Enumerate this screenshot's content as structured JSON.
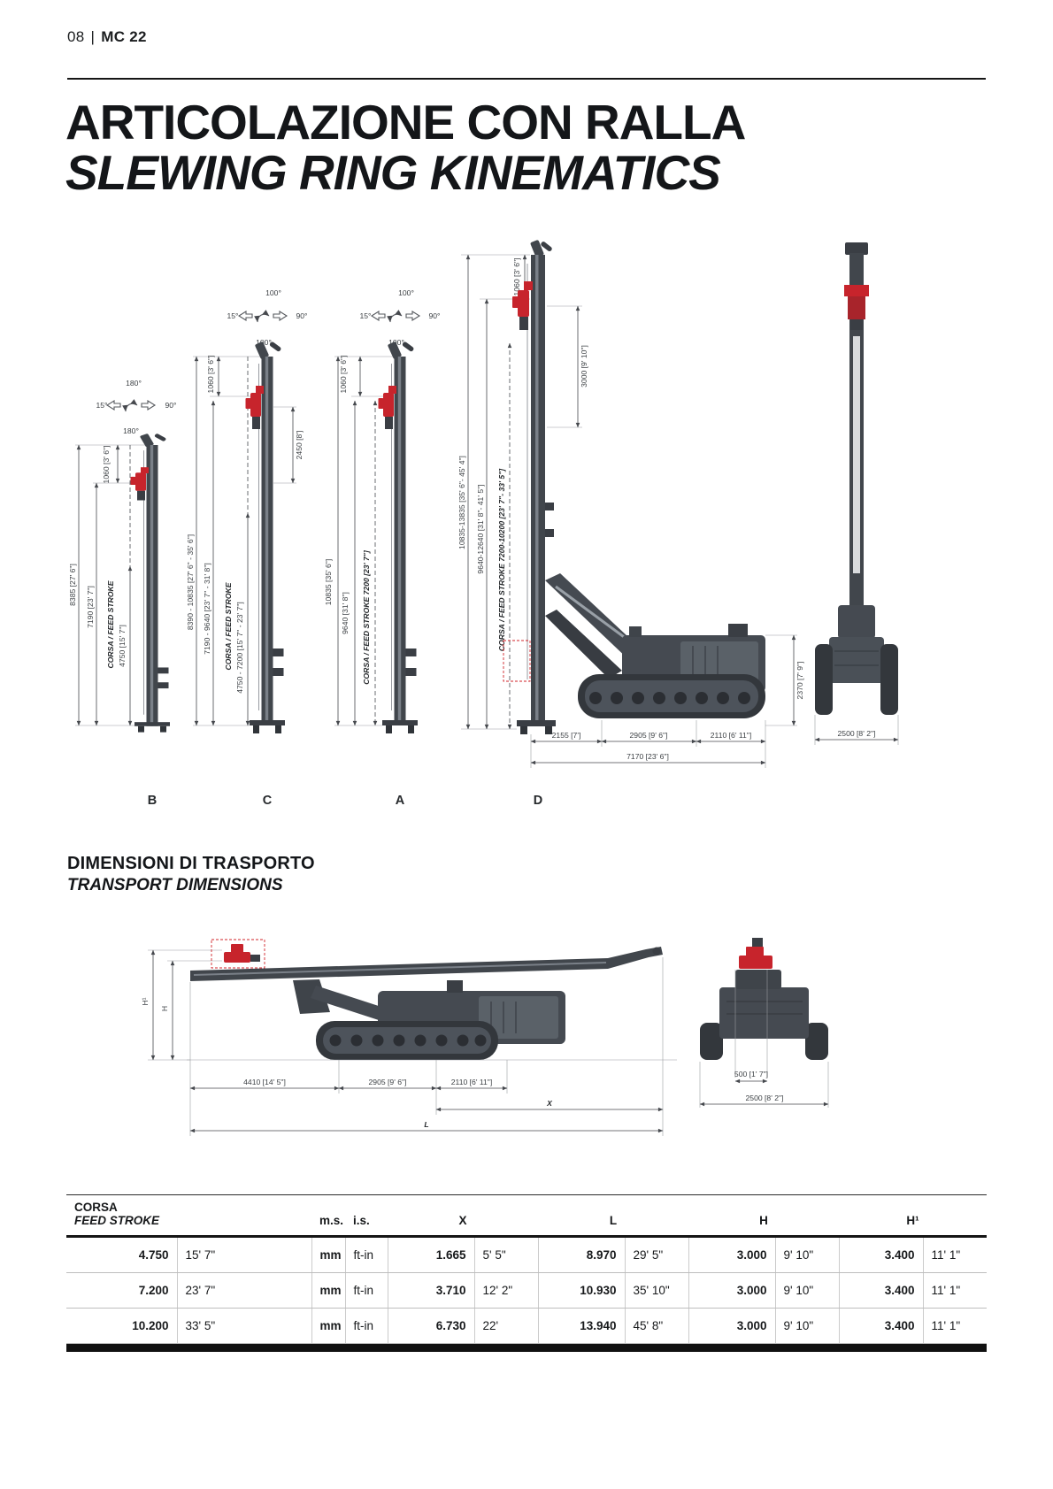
{
  "header": {
    "page_number": "08",
    "divider": "|",
    "model": "MC 22"
  },
  "titles": {
    "main_it": "ARTICOLAZIONE CON RALLA",
    "main_en": "SLEWING RING KINEMATICS"
  },
  "kinematics": {
    "views": [
      {
        "label": "B",
        "angle_top": "180°",
        "angle_left": "15°",
        "angle_right": "90°",
        "angle_bottom": "180°",
        "dim_head": "1060 [3' 6\"]",
        "dim_total": "8385 [27' 6\"]",
        "dim_mid": "7190 [23' 7\"]",
        "feed_label": "CORSA / FEED STROKE",
        "feed_value": "4750 [15' 7\"]"
      },
      {
        "label": "C",
        "angle_top": "100°",
        "angle_left": "15°",
        "angle_right": "90°",
        "angle_bottom": "100°",
        "dim_head": "1060 [3' 6\"]",
        "dim_slide": "2450 [8']",
        "dim_total": "8390 - 10835 [27' 6\" - 35' 6\"]",
        "dim_mid": "7190 - 9640 [23' 7\" - 31' 8\"]",
        "feed_label": "CORSA / FEED STROKE",
        "feed_value": "4750 - 7200 [15' 7\" - 23' 7\"]"
      },
      {
        "label": "A",
        "angle_top": "100°",
        "angle_left": "15°",
        "angle_right": "90°",
        "angle_bottom": "100°",
        "dim_head": "1060 [3' 6\"]",
        "dim_total": "10835 [35' 6\"]",
        "dim_mid": "9640 [31' 8\"]",
        "feed_combined": "CORSA / FEED STROKE 7200 [23' 7\"]"
      },
      {
        "label": "D",
        "dim_head": "1060 [3' 6\"]",
        "dim_upper": "3000 [9' 10\"]",
        "dim_total": "10835-13835 [35' 6\"- 45' 4\"]",
        "dim_mid": "9640-12640 [31' 8\"- 41' 5\"]",
        "feed_combined": "CORSA / FEED STROKE 7200-10200 [23' 7\"- 33' 5\"]",
        "dim_body_height": "2370 [7' 9\"]",
        "dim_2155": "2155 [7']",
        "dim_2905": "2905 [9' 6\"]",
        "dim_2110": "2110 [6' 11\"]",
        "dim_7170": "7170 [23' 6\"]"
      }
    ],
    "rear_width": "2500 [8' 2\"]"
  },
  "transport": {
    "title_it": "DIMENSIONI DI TRASPORTO",
    "title_en": "TRANSPORT DIMENSIONS",
    "h1_label": "H¹",
    "h_label": "H",
    "dim_4410": "4410 [14' 5\"]",
    "dim_2905": "2905 [9' 6\"]",
    "dim_2110": "2110 [6' 11\"]",
    "x_label": "X",
    "l_label": "L",
    "dim_500": "500 [1' 7\"]",
    "dim_2500": "2500 [8' 2\"]"
  },
  "table": {
    "header": {
      "corsa_it": "CORSA",
      "corsa_en": "FEED STROKE",
      "ms": "m.s.",
      "is": "i.s.",
      "x": "X",
      "l": "L",
      "h": "H",
      "h1": "H¹"
    },
    "rows": [
      {
        "stroke_mm": "4.750",
        "stroke_ft": "15' 7\"",
        "ms": "mm",
        "is": "ft-in",
        "x_mm": "1.665",
        "x_ft": "5' 5\"",
        "l_mm": "8.970",
        "l_ft": "29' 5\"",
        "h_mm": "3.000",
        "h_ft": "9' 10\"",
        "h1_mm": "3.400",
        "h1_ft": "11' 1\""
      },
      {
        "stroke_mm": "7.200",
        "stroke_ft": "23' 7\"",
        "ms": "mm",
        "is": "ft-in",
        "x_mm": "3.710",
        "x_ft": "12' 2\"",
        "l_mm": "10.930",
        "l_ft": "35' 10\"",
        "h_mm": "3.000",
        "h_ft": "9' 10\"",
        "h1_mm": "3.400",
        "h1_ft": "11' 1\""
      },
      {
        "stroke_mm": "10.200",
        "stroke_ft": "33' 5\"",
        "ms": "mm",
        "is": "ft-in",
        "x_mm": "6.730",
        "x_ft": "22'",
        "l_mm": "13.940",
        "l_ft": "45' 8\"",
        "h_mm": "3.000",
        "h_ft": "9' 10\"",
        "h1_mm": "3.400",
        "h1_ft": "11' 1\""
      }
    ]
  }
}
